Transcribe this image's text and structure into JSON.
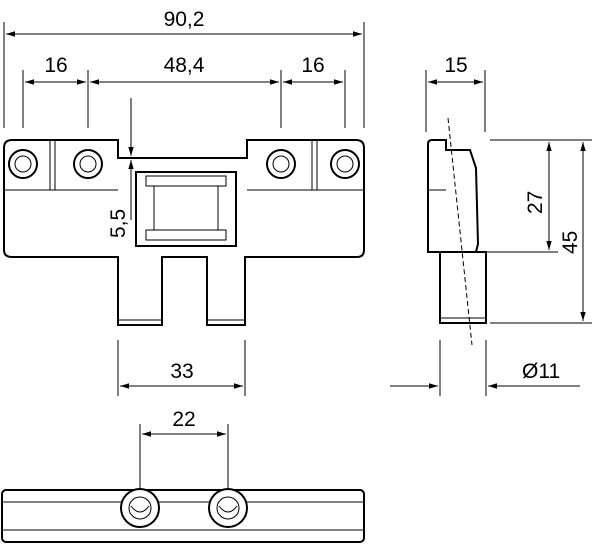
{
  "dimensions": {
    "overall_width": "90,2",
    "left_hole_spacing": "16",
    "center_hole_spacing": "48,4",
    "right_hole_spacing": "16",
    "offset": "5,5",
    "leg_spacing": "33",
    "bottom_hole_spacing": "22",
    "side_thickness": "15",
    "upper_height": "27",
    "total_height": "45",
    "diameter": "Ø11"
  }
}
